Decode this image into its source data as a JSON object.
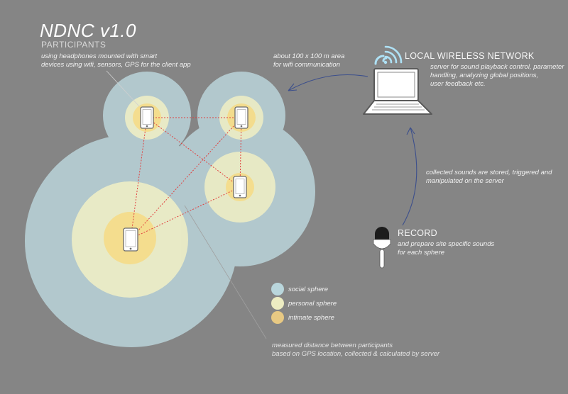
{
  "header": {
    "title": "NDNC v1.0",
    "subtitle": "PARTICIPANTS",
    "description_line1": "using headphones mounted with smart",
    "description_line2": "devices using wifi, sensors, GPS for the client app"
  },
  "area_note": {
    "line1": "about 100 x 100 m area",
    "line2": "for wifi communication"
  },
  "network": {
    "heading": "LOCAL WIRELESS NETWORK",
    "line1": "server for sound playback control, parameter",
    "line2": "handling, analyzing global positions,",
    "line3": "user feedback etc."
  },
  "collected_note": {
    "line1": "collected sounds are  stored,  triggered  and",
    "line2": "manipulated on the server"
  },
  "record": {
    "heading": "RECORD",
    "line1": "and prepare site specific sounds",
    "line2": "for each sphere"
  },
  "legend": [
    {
      "label": "social sphere",
      "color": "#b9d6dc"
    },
    {
      "label": "personal sphere",
      "color": "#ececc2"
    },
    {
      "label": "intimate sphere",
      "color": "#e8c983"
    }
  ],
  "distance_note": {
    "line1": "measured distance between participants",
    "line2": "based on GPS location, collected & calculated by server"
  },
  "colors": {
    "background": "#858585",
    "social": "#b9d6dc",
    "personal": "#ececc2",
    "intimate": "#f5dc87",
    "link": "#e0403f",
    "arrow": "#3c4f8c"
  }
}
